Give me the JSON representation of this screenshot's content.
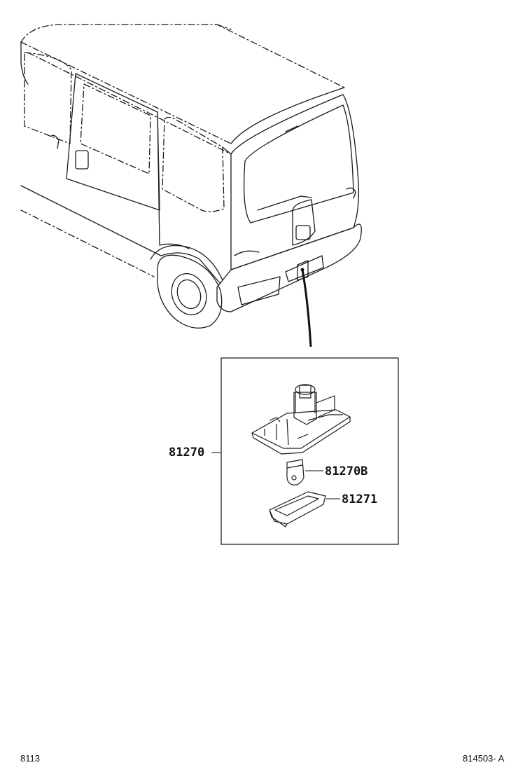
{
  "callouts": {
    "assembly": "81270",
    "bulb": "81270B",
    "lens": "81271"
  },
  "footer": {
    "group_code": "8113",
    "illustration_code": "814503- A"
  },
  "icons": [
    "van-rear-view",
    "license-lamp-assembly",
    "lamp-bulb",
    "lamp-lens"
  ],
  "colors": {
    "line": "#1a1a1a",
    "background": "#ffffff"
  }
}
